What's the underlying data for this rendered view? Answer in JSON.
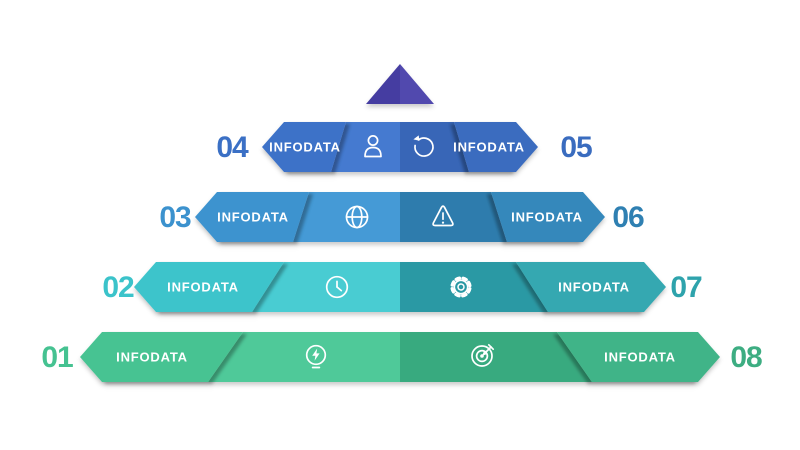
{
  "diagram_type": "pyramid-infographic",
  "background": "#ffffff",
  "label_color": "#ffffff",
  "apex": {
    "color_left": "#453ea1",
    "color_right": "#5149ae"
  },
  "rows": [
    {
      "left": {
        "number": "04",
        "label": "INFODATA",
        "icon": "user-icon"
      },
      "right": {
        "number": "05",
        "label": "INFODATA",
        "icon": "refresh-icon"
      },
      "colors": {
        "banner_left": "#3e72c8",
        "segment_left": "#447ad0",
        "segment_right": "#3766b7",
        "banner_right": "#3b6cbf",
        "number_left": "#3b70c5",
        "number_right": "#3a6cbf"
      }
    },
    {
      "left": {
        "number": "03",
        "label": "INFODATA",
        "icon": "globe-icon"
      },
      "right": {
        "number": "06",
        "label": "INFODATA",
        "icon": "warning-icon"
      },
      "colors": {
        "banner_left": "#3d93cf",
        "segment_left": "#449ad6",
        "segment_right": "#2e7cad",
        "banner_right": "#3588bb",
        "number_left": "#3c92ce",
        "number_right": "#2f80b2"
      }
    },
    {
      "left": {
        "number": "02",
        "label": "INFODATA",
        "icon": "clock-icon"
      },
      "right": {
        "number": "07",
        "label": "INFODATA",
        "icon": "gear-icon"
      },
      "colors": {
        "banner_left": "#3ec4cb",
        "segment_left": "#48ccd2",
        "segment_right": "#2c99a4",
        "banner_right": "#34a8b1",
        "number_left": "#3bc3ca",
        "number_right": "#2ea3ac"
      }
    },
    {
      "left": {
        "number": "01",
        "label": "INFODATA",
        "icon": "idea-icon"
      },
      "right": {
        "number": "08",
        "label": "INFODATA",
        "icon": "target-icon"
      },
      "colors": {
        "banner_left": "#47c392",
        "segment_left": "#4fc999",
        "segment_right": "#39aa7f",
        "banner_right": "#41b488",
        "number_left": "#45c291",
        "number_right": "#3dad82"
      }
    }
  ]
}
